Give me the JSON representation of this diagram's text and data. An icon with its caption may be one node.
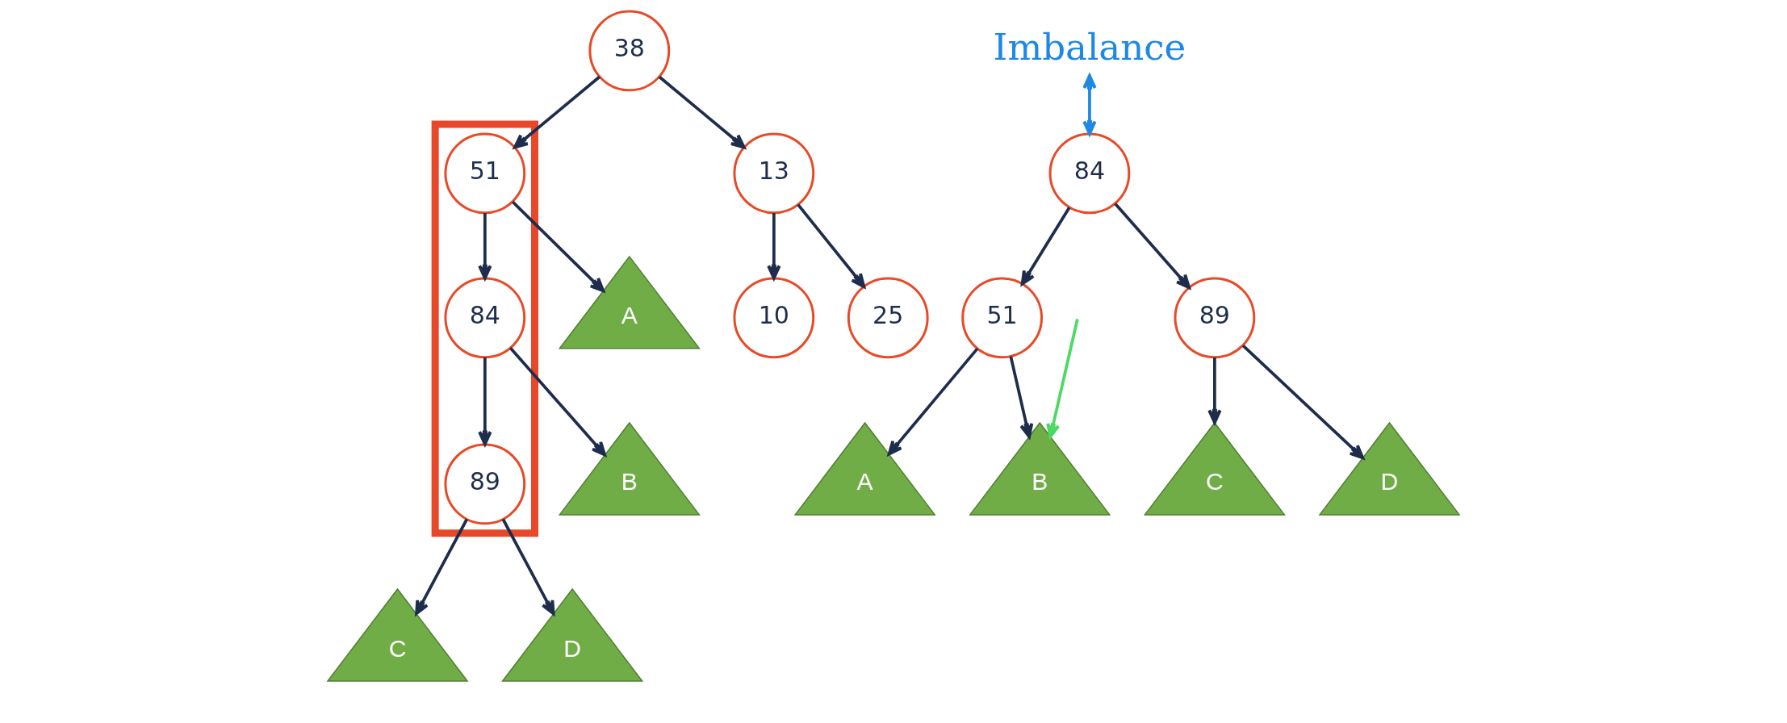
{
  "diagram": {
    "nodes": [
      {
        "text": [
          "38"
        ]
      },
      {
        "text": [
          "13"
        ]
      },
      {
        "text": [
          "10"
        ]
      },
      {
        "text": [
          "25"
        ]
      },
      {
        "text": [],
        "shape": "box"
      },
      {
        "text": [
          "51"
        ],
        "in": 4
      },
      {
        "text": [
          "84"
        ],
        "in": 4
      },
      {
        "text": [
          "89"
        ],
        "in": 4
      },
      {
        "text": [
          "A"
        ]
      },
      {
        "text": [
          "B"
        ]
      },
      {
        "text": [
          "C"
        ]
      },
      {
        "text": [
          "D"
        ]
      },
      {
        "text": [
          "Imbalance"
        ]
      },
      {
        "text": [
          "84"
        ]
      },
      {
        "text": [
          "51"
        ]
      },
      {
        "text": [
          "89"
        ]
      },
      {
        "text": [
          "A"
        ]
      },
      {
        "text": [
          "B"
        ]
      },
      {
        "text": [
          "C"
        ]
      },
      {
        "text": [
          "D"
        ]
      }
    ],
    "edges": [
      {
        "from": 0,
        "to": 1,
        "arrow": "to"
      },
      {
        "from": 0,
        "to": 5,
        "arrow": "to"
      },
      {
        "from": 1,
        "to": 2,
        "arrow": "to"
      },
      {
        "from": 1,
        "to": 3,
        "arrow": "to"
      },
      {
        "from": 5,
        "to": 8,
        "arrow": "to"
      },
      {
        "from": 5,
        "to": 6,
        "arrow": "to"
      },
      {
        "from": 6,
        "to": 9,
        "arrow": "to"
      },
      {
        "from": 6,
        "to": 7,
        "arrow": "to"
      },
      {
        "from": 7,
        "to": 10,
        "arrow": "to"
      },
      {
        "from": 7,
        "to": 11,
        "arrow": "to"
      },
      {
        "from": 12,
        "to": 13,
        "arrow": "both",
        "color": "#1e88e5"
      },
      {
        "from": 13,
        "to": 14,
        "arrow": "to"
      },
      {
        "from": 13,
        "to": 15,
        "arrow": "to"
      },
      {
        "from": 14,
        "to": 16,
        "arrow": "to"
      },
      {
        "from": 14,
        "to": 17,
        "arrow": "to"
      },
      {
        "from": 15,
        "to": 18,
        "arrow": "to"
      },
      {
        "from": 15,
        "to": 19,
        "arrow": "to"
      },
      {
        "from": null,
        "to": 17,
        "arrow": "to",
        "color": "#4cd964"
      }
    ]
  }
}
